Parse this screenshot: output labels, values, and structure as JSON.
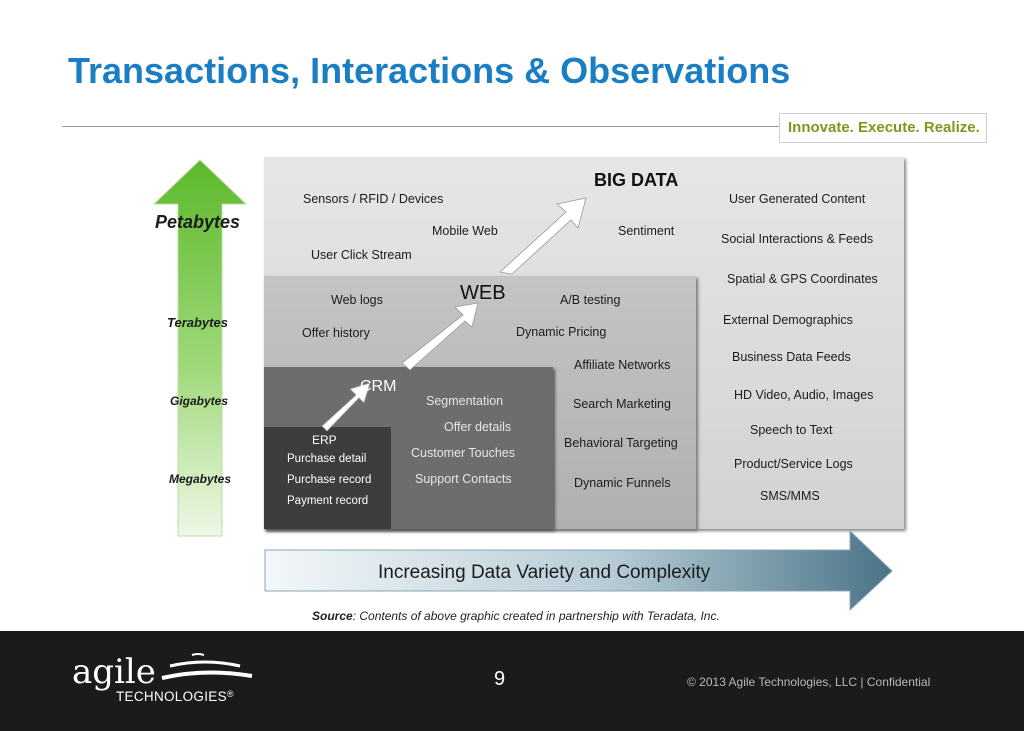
{
  "slide": {
    "title": "Transactions, Interactions & Observations",
    "tagline": "Innovate. Execute. Realize.",
    "page_number": "9",
    "copyright": "© 2013 Agile Technologies, LLC | Confidential",
    "source_label": "Source",
    "source_text": ": Contents of above graphic created in partnership with Teradata, Inc.",
    "logo": {
      "word": "agile",
      "sub": "TECHNOLOGIES",
      "mark": "®"
    }
  },
  "scale_axis": {
    "levels": [
      "Petabytes",
      "Terabytes",
      "Gigabytes",
      "Megabytes"
    ]
  },
  "variety_arrow": {
    "label": "Increasing Data Variety and Complexity"
  },
  "diagram": {
    "big_data": {
      "header": "BIG DATA",
      "left_items": [
        "Sensors / RFID / Devices",
        "Mobile Web",
        "User Click Stream",
        "Sentiment"
      ],
      "right_items": [
        "User Generated Content",
        "Social Interactions & Feeds",
        "Spatial & GPS Coordinates",
        "External Demographics",
        "Business Data Feeds",
        "HD Video, Audio, Images",
        "Speech to Text",
        "Product/Service Logs",
        "SMS/MMS"
      ]
    },
    "web": {
      "header": "WEB",
      "items": [
        "Web logs",
        "A/B testing",
        "Offer history",
        "Dynamic Pricing",
        "Affiliate Networks",
        "Search Marketing",
        "Behavioral Targeting",
        "Dynamic Funnels"
      ]
    },
    "crm": {
      "header": "CRM",
      "items": [
        "Segmentation",
        "Offer details",
        "Customer Touches",
        "Support Contacts"
      ]
    },
    "erp": {
      "header": "ERP",
      "items": [
        "Purchase detail",
        "Purchase record",
        "Payment record"
      ]
    }
  },
  "colors": {
    "title": "#1a7ec4",
    "tagline": "#7a9a1f",
    "scale_arrow": "#6cc22f",
    "footer": "#1b1b1b"
  }
}
